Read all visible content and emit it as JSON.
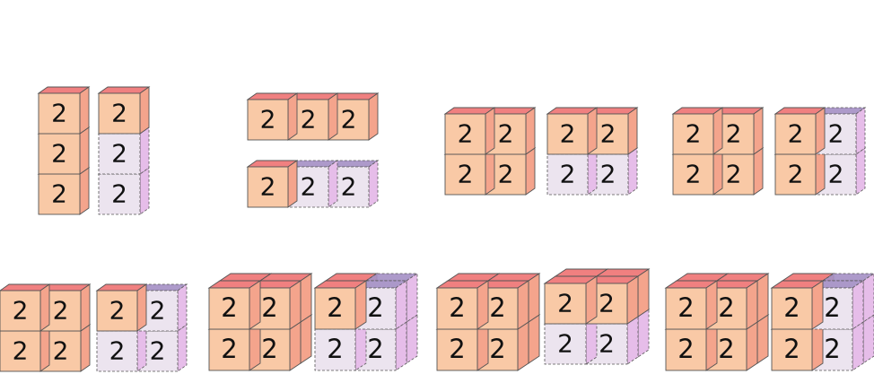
{
  "cell_label": "2",
  "colors": {
    "solid_front": "#f9c9a6",
    "solid_top": "#f08080",
    "solid_side": "#f4a48c",
    "ghost_front": "#ece4ef",
    "ghost_top": "#a48fc4",
    "ghost_side": "#e6bde9",
    "edge": "#555555",
    "text": "#111111"
  },
  "groups": [
    {
      "name": "column-stack",
      "rows": [
        [
          "S"
        ],
        [
          "S"
        ],
        [
          "S"
        ]
      ]
    },
    {
      "name": "column-stack",
      "rows": [
        [
          "S"
        ],
        [
          "G"
        ],
        [
          "G"
        ]
      ]
    },
    {
      "name": "row-stack",
      "rows": [
        [
          "S",
          "S",
          "S"
        ]
      ]
    },
    {
      "name": "row-stack",
      "rows": [
        [
          "S",
          "G",
          "G"
        ]
      ]
    },
    {
      "name": "square-2x2",
      "rows": [
        [
          "S",
          "S"
        ],
        [
          "S",
          "S"
        ]
      ]
    },
    {
      "name": "square-2x2",
      "rows": [
        [
          "S",
          "S"
        ],
        [
          "G",
          "G"
        ]
      ]
    },
    {
      "name": "square-2x2",
      "rows": [
        [
          "S",
          "S"
        ],
        [
          "S",
          "S"
        ]
      ]
    },
    {
      "name": "square-2x2",
      "rows": [
        [
          "S",
          "G"
        ],
        [
          "S",
          "G"
        ]
      ]
    },
    {
      "name": "square-2x2",
      "rows": [
        [
          "S",
          "S"
        ],
        [
          "S",
          "S"
        ]
      ]
    },
    {
      "name": "square-2x2",
      "rows": [
        [
          "S",
          "G"
        ],
        [
          "G",
          "G"
        ]
      ]
    },
    {
      "name": "block-2x2x2",
      "rows": [
        [
          "S",
          "S"
        ],
        [
          "S",
          "S"
        ]
      ]
    },
    {
      "name": "block-2x2x2",
      "rows": [
        [
          "S",
          "G"
        ],
        [
          "G",
          "G"
        ]
      ]
    },
    {
      "name": "block-2x2x2",
      "rows": [
        [
          "S",
          "S"
        ],
        [
          "S",
          "S"
        ]
      ]
    },
    {
      "name": "block-2x2x2",
      "rows": [
        [
          "S",
          "S"
        ],
        [
          "G",
          "G"
        ]
      ]
    },
    {
      "name": "block-2x2x2",
      "rows": [
        [
          "S",
          "S"
        ],
        [
          "S",
          "S"
        ]
      ]
    },
    {
      "name": "block-2x2x2",
      "rows": [
        [
          "S",
          "G"
        ],
        [
          "S",
          "G"
        ]
      ]
    }
  ]
}
